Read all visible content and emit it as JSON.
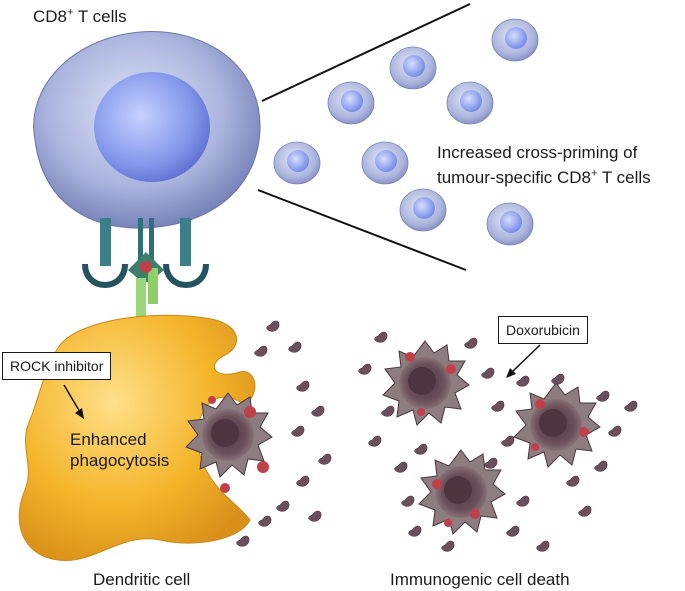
{
  "labels": {
    "cd8_title_main": "CD8",
    "cd8_title_sup": "+",
    "cd8_title_rest": " T cells",
    "increased_line1": "Increased cross-priming of",
    "increased_line2_main": "tumour-specific CD8",
    "increased_line2_sup": "+",
    "increased_line2_rest": " T cells",
    "rock_inhibitor": "ROCK inhibitor",
    "enhanced_line1": "Enhanced",
    "enhanced_line2": "phagocytosis",
    "doxorubicin": "Doxorubicin",
    "dendritic_cell": "Dendritic cell",
    "immunogenic_cell_death": "Immunogenic cell death"
  },
  "colors": {
    "t_cell_body": "#a9b4df",
    "t_cell_nucleus": "#7f96e8",
    "dendritic_cell": "#f2b42a",
    "dying_cell": "#6b4a52",
    "receptor_teal": "#2f6f7a",
    "receptor_green": "#8fcf6a",
    "red_granule": "#c0404a"
  }
}
